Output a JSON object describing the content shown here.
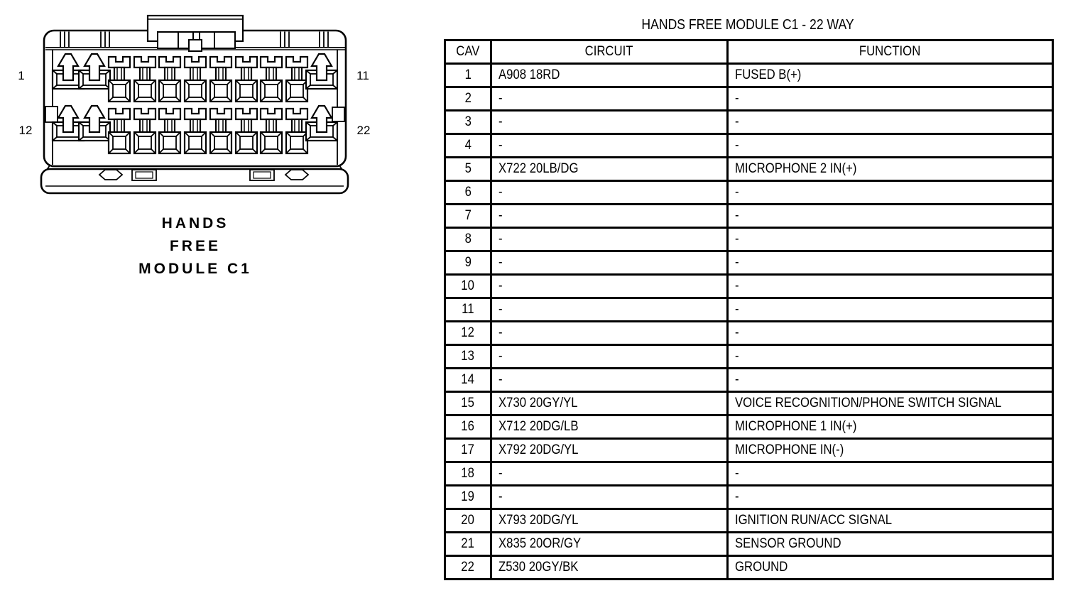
{
  "connector": {
    "caption_lines": [
      "HANDS",
      "FREE",
      "MODULE C1"
    ],
    "pin_labels": {
      "row1_first": "1",
      "row1_last": "11",
      "row2_first": "12",
      "row2_last": "22"
    }
  },
  "table": {
    "title": "HANDS FREE MODULE C1 - 22 WAY",
    "columns": [
      "CAV",
      "CIRCUIT",
      "FUNCTION"
    ],
    "rows": [
      {
        "cav": "1",
        "circuit": "A908 18RD",
        "function": "FUSED B(+)"
      },
      {
        "cav": "2",
        "circuit": "-",
        "function": "-"
      },
      {
        "cav": "3",
        "circuit": "-",
        "function": "-"
      },
      {
        "cav": "4",
        "circuit": "-",
        "function": "-"
      },
      {
        "cav": "5",
        "circuit": "X722 20LB/DG",
        "function": "MICROPHONE 2 IN(+)"
      },
      {
        "cav": "6",
        "circuit": "-",
        "function": "-"
      },
      {
        "cav": "7",
        "circuit": "-",
        "function": "-"
      },
      {
        "cav": "8",
        "circuit": "-",
        "function": "-"
      },
      {
        "cav": "9",
        "circuit": "-",
        "function": "-"
      },
      {
        "cav": "10",
        "circuit": "-",
        "function": "-"
      },
      {
        "cav": "11",
        "circuit": "-",
        "function": "-"
      },
      {
        "cav": "12",
        "circuit": "-",
        "function": "-"
      },
      {
        "cav": "13",
        "circuit": "-",
        "function": "-"
      },
      {
        "cav": "14",
        "circuit": "-",
        "function": "-"
      },
      {
        "cav": "15",
        "circuit": "X730 20GY/YL",
        "function": "VOICE RECOGNITION/PHONE SWITCH SIGNAL"
      },
      {
        "cav": "16",
        "circuit": "X712 20DG/LB",
        "function": "MICROPHONE 1 IN(+)"
      },
      {
        "cav": "17",
        "circuit": "X792 20DG/YL",
        "function": "MICROPHONE IN(-)"
      },
      {
        "cav": "18",
        "circuit": "-",
        "function": "-"
      },
      {
        "cav": "19",
        "circuit": "-",
        "function": "-"
      },
      {
        "cav": "20",
        "circuit": "X793 20DG/YL",
        "function": "IGNITION RUN/ACC SIGNAL"
      },
      {
        "cav": "21",
        "circuit": "X835 20OR/GY",
        "function": "SENSOR GROUND"
      },
      {
        "cav": "22",
        "circuit": "Z530 20GY/BK",
        "function": "GROUND"
      }
    ]
  },
  "colors": {
    "line": "#000000",
    "background": "#ffffff"
  }
}
